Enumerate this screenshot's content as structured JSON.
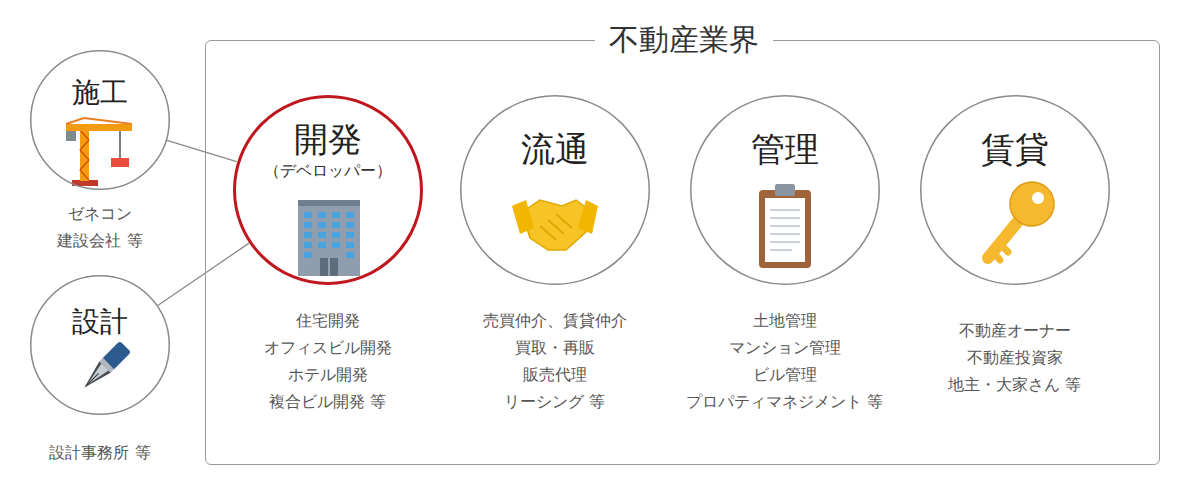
{
  "diagram": {
    "nodes": [
      {
        "text": [
          "施工",
          "ゼネコン",
          "建設会社 等"
        ]
      },
      {
        "text": [
          "設計",
          "設計事務所 等"
        ]
      },
      {
        "text": [
          "不動産業界"
        ]
      },
      {
        "text": [
          "開発",
          "（デベロッパー）",
          "住宅開発",
          "オフィスビル開発",
          "ホテル開発",
          "複合ビル開発 等"
        ],
        "in": 2
      },
      {
        "text": [
          "流通",
          "売買仲介、賃貸仲介",
          "買取・再販",
          "販売代理",
          "リーシング 等"
        ],
        "in": 2
      },
      {
        "text": [
          "管理",
          "土地管理",
          "マンション管理",
          "ビル管理",
          "プロパティマネジメント 等"
        ],
        "in": 2
      },
      {
        "text": [
          "賃貸",
          "不動産オーナー",
          "不動産投資家",
          "地主・大家さん 等"
        ],
        "in": 2
      }
    ],
    "edges": [
      {
        "from": 0,
        "to": 3,
        "arrow": "none"
      },
      {
        "from": 1,
        "to": 3,
        "arrow": "none"
      }
    ]
  }
}
